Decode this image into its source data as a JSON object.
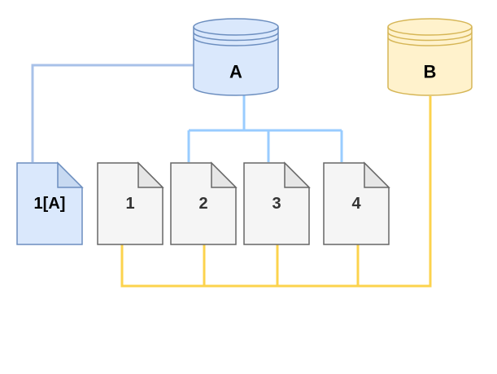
{
  "canvas": {
    "background": "#ffffff"
  },
  "nodes": {
    "database_a": {
      "label": "A",
      "shape": "database-cylinder",
      "fill": "#dae8fc",
      "stroke": "#6c8ebf",
      "label_color": "#000000"
    },
    "database_b": {
      "label": "B",
      "shape": "database-cylinder",
      "fill": "#fff2cc",
      "stroke": "#d6b656",
      "label_color": "#000000"
    },
    "doc_1a": {
      "label": "1[A]",
      "shape": "document-note",
      "fill": "#dae8fc",
      "stroke": "#6c8ebf",
      "fold_fill": "#c7d9f1",
      "label_color": "#000000"
    },
    "doc_1": {
      "label": "1",
      "shape": "document-note",
      "fill": "#f5f5f5",
      "stroke": "#666666",
      "fold_fill": "#e6e6e6",
      "label_color": "#333333"
    },
    "doc_2": {
      "label": "2",
      "shape": "document-note",
      "fill": "#f5f5f5",
      "stroke": "#666666",
      "fold_fill": "#e6e6e6",
      "label_color": "#333333"
    },
    "doc_3": {
      "label": "3",
      "shape": "document-note",
      "fill": "#f5f5f5",
      "stroke": "#666666",
      "fold_fill": "#e6e6e6",
      "label_color": "#333333"
    },
    "doc_4": {
      "label": "4",
      "shape": "document-note",
      "fill": "#f5f5f5",
      "stroke": "#666666",
      "fold_fill": "#e6e6e6",
      "label_color": "#333333"
    }
  },
  "connectors": {
    "a_to_doc_1a": {
      "from": "database_a",
      "to": "doc_1a",
      "color": "#a8c1e8"
    },
    "a_to_docs_2_3_4": {
      "from": "database_a",
      "to": "doc_2, doc_3, doc_4",
      "color": "#99ccff"
    },
    "b_to_docs_1_2_3_4": {
      "from": "database_b",
      "to": "doc_1, doc_2, doc_3, doc_4",
      "color": "#fcd34d"
    }
  }
}
